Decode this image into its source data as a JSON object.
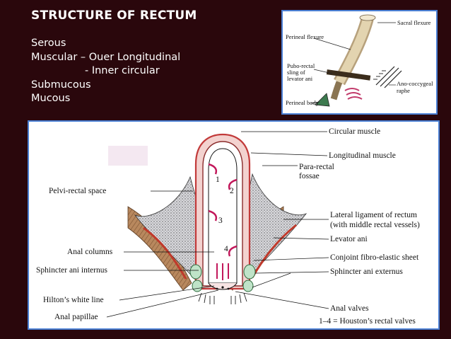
{
  "title": "STRUCTURE  OF  RECTUM",
  "layers": [
    "Serous",
    "Muscular – Ouer Longitudinal",
    "- Inner circular",
    "Submucous",
    "Mucous"
  ],
  "inset": {
    "sacral_flexure": "Sacral flexure",
    "perineal_flexure": "Perineal flexure",
    "pubo_rectal": [
      "Pubo-rectal",
      "sling of",
      "levator ani"
    ],
    "ano_coccygeal": [
      "Ano-coccygeal",
      "raphe"
    ],
    "perineal_body": "Perineal body"
  },
  "main": {
    "left_labels": [
      "Pelvi-rectal space",
      "Anal columns",
      "Sphincter ani internus",
      "Hilton’s white line",
      "Anal papillae"
    ],
    "right_labels": {
      "circular_muscle": "Circular muscle",
      "longitudinal_muscle": "Longitudinal muscle",
      "para_rectal": [
        "Para-rectal",
        "fossae"
      ],
      "lateral_ligament": [
        "Lateral ligament of rectum",
        "(with middle rectal vessels)"
      ],
      "levator_ani": "Levator ani",
      "conjoint": "Conjoint fibro-elastic sheet",
      "sphincter_externus": "Sphincter ani externus",
      "anal_valves": "Anal valves",
      "houston": "1–4  = Houston’s rectal valves"
    },
    "valve_numbers": [
      "1",
      "2",
      "3",
      "4"
    ]
  }
}
